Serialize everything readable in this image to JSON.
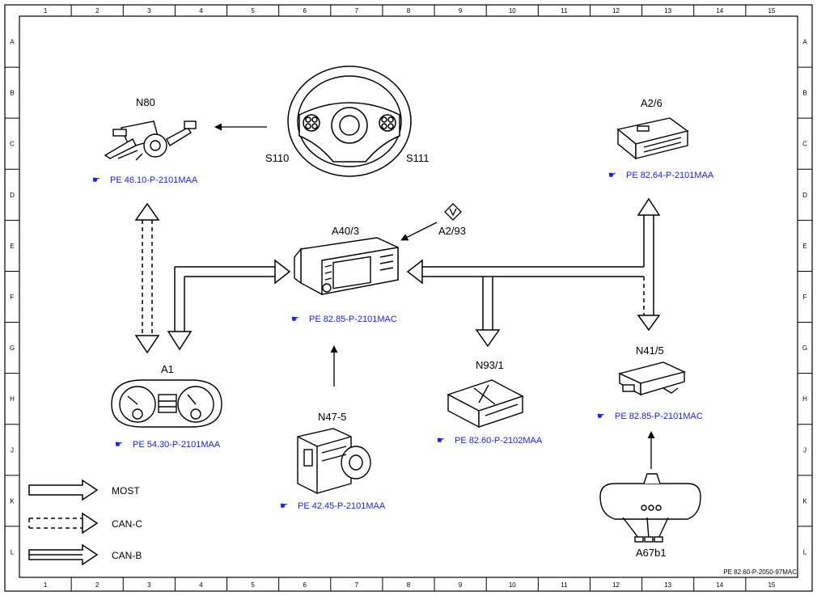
{
  "columns": [
    "1",
    "2",
    "3",
    "4",
    "5",
    "6",
    "7",
    "8",
    "9",
    "10",
    "11",
    "12",
    "13",
    "14",
    "15"
  ],
  "rows": [
    "A",
    "B",
    "C",
    "D",
    "E",
    "F",
    "G",
    "H",
    "J",
    "K",
    "L"
  ],
  "components": {
    "n80": {
      "code": "N80",
      "ref": "PE 46.10-P-2101MAA"
    },
    "s110": {
      "code": "S110"
    },
    "s111": {
      "code": "S111"
    },
    "a2_6": {
      "code": "A2/6",
      "ref": "PE 82.64-P-2101MAA"
    },
    "a2_93": {
      "code": "A2/93"
    },
    "a40_3": {
      "code": "A40/3",
      "ref": "PE 82.85-P-2101MAC"
    },
    "a1": {
      "code": "A1",
      "ref": "PE 54.30-P-2101MAA"
    },
    "n93_1": {
      "code": "N93/1",
      "ref": "PE 82.60-P-2102MAA"
    },
    "n41_5": {
      "code": "N41/5",
      "ref": "PE 82.85-P-2101MAC"
    },
    "n47_5": {
      "code": "N47-5",
      "ref": "PE 42.45-P-2101MAA"
    },
    "a67b1": {
      "code": "A67b1"
    }
  },
  "legend": {
    "most": "MOST",
    "canc": "CAN-C",
    "canb": "CAN-B"
  },
  "doc_id": "PE 82.60-P-2050-97MAC"
}
